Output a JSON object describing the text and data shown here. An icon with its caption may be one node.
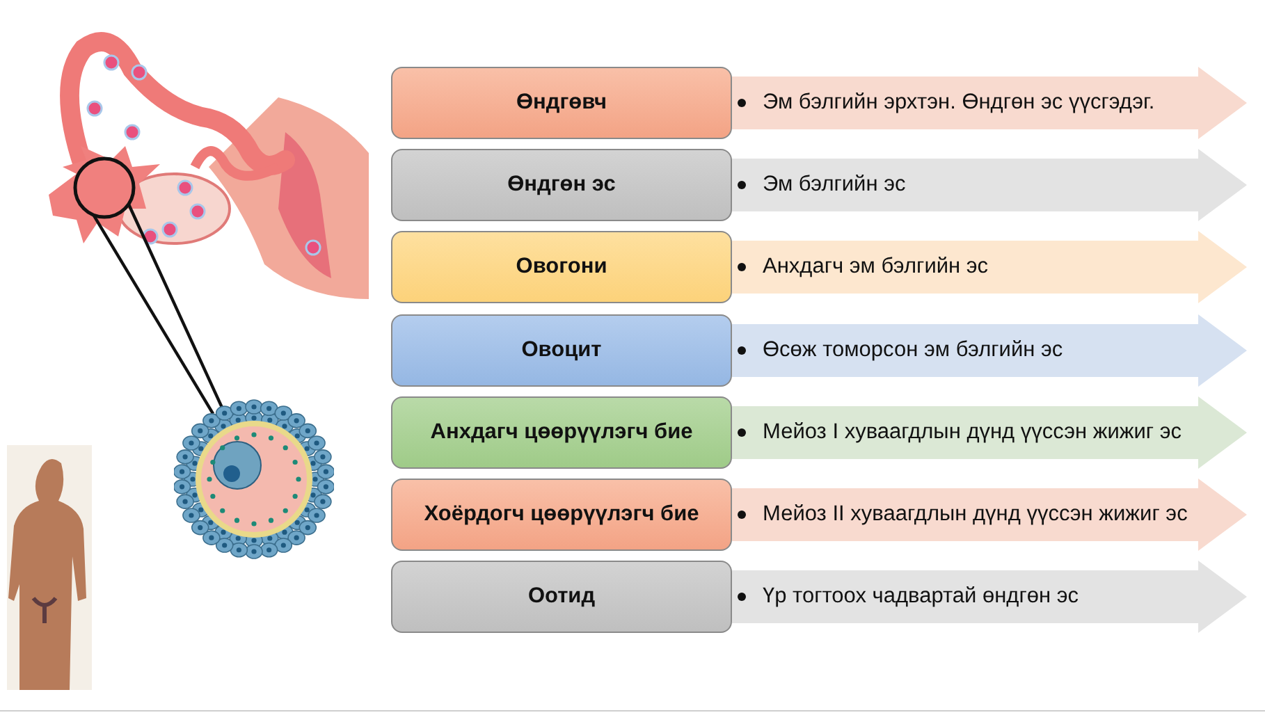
{
  "diagram": {
    "nodes": [
      {
        "text": [
          "Өндгөвч"
        ]
      },
      {
        "text": [
          "Эм бэлгийн эрхтэн. Өндгөн эс үүсгэдэг."
        ]
      },
      {
        "text": [
          "Өндгөн эс"
        ]
      },
      {
        "text": [
          "Эм бэлгийн эс"
        ]
      },
      {
        "text": [
          "Овогони"
        ]
      },
      {
        "text": [
          "Анхдагч эм бэлгийн эс"
        ]
      },
      {
        "text": [
          "Овоцит"
        ]
      },
      {
        "text": [
          "Өсөж томорсон эм бэлгийн эс"
        ]
      },
      {
        "text": [
          "Анхдагч цөөрүүлэгч бие"
        ]
      },
      {
        "text": [
          "Мейоз I хуваагдлын дүнд үүссэн жижиг эс"
        ]
      },
      {
        "text": [
          "Хоёрдогч цөөрүүлэгч бие"
        ]
      },
      {
        "text": [
          "Мейоз II хуваагдлын дүнд үүссэн жижиг эс"
        ]
      },
      {
        "text": [
          "Оотид"
        ]
      },
      {
        "text": [
          "Үр тогтоох чадвартай өндгөн эс"
        ]
      },
      {
        "text": [],
        "shape": "circle"
      },
      {
        "text": [],
        "shape": "picture"
      }
    ],
    "edges": [
      {
        "from": 14,
        "to": 15,
        "arrow": "none"
      },
      {
        "from": 14,
        "to": 15,
        "arrow": "none"
      }
    ]
  }
}
